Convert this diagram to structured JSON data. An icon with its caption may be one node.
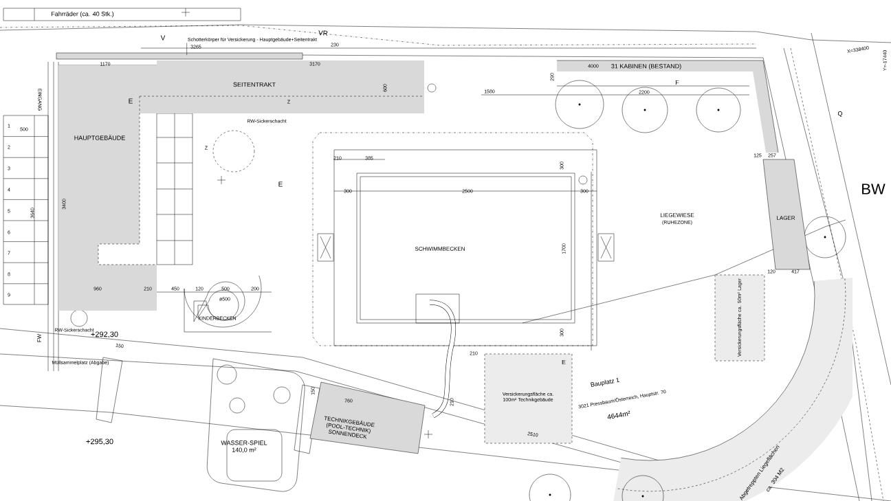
{
  "diagram": {
    "nodes": [
      {
        "text": [
          "Fahrräder (ca. 40 Stk.)"
        ]
      },
      {
        "text": [
          "Schotterkörper für Versickerung - Hauptgebäude+Seitentrakt"
        ]
      },
      {
        "text": [],
        "shape": "bar"
      },
      {
        "text": [
          "HAUPTGEBÄUDE"
        ]
      },
      {
        "text": [
          "SEITENTRAKT"
        ]
      },
      {
        "text": [
          "31 KABINEN (BESTAND)"
        ]
      },
      {
        "text": [
          "LAGER"
        ]
      },
      {
        "text": [
          "SCHWIMMBECKEN"
        ]
      },
      {
        "text": [
          "KINDERBECKEN"
        ]
      },
      {
        "text": [
          "TECHNIKGEBÄUDE",
          "(POOL-TECHNIK)",
          "SONNENDECK"
        ]
      },
      {
        "text": [
          "WASSER-SPIEL",
          "140,0 m²"
        ]
      },
      {
        "text": [
          "Versickerungsfläche ca. 100m² Technikgebäude"
        ]
      },
      {
        "text": [
          "Versickerungsfläche ca. 50m² Lager"
        ]
      }
    ],
    "edges": [
      {
        "from": 1,
        "to": 2,
        "arrow": "none"
      }
    ],
    "labels": [
      "VR",
      "V",
      "3265",
      "230",
      "1170",
      "3170",
      "600",
      "E",
      "Z",
      "RW-Sickerschacht",
      "4000",
      "290",
      "F",
      "1580",
      "2200",
      "X=338400",
      "Y=-17440",
      "Q",
      "EINGANG",
      "1",
      "2",
      "3",
      "4",
      "5",
      "6",
      "7",
      "8",
      "9",
      "500",
      "3640",
      "3400",
      "Z",
      "E",
      "210",
      "385",
      "300",
      "2500",
      "300",
      "300",
      "1700",
      "300",
      "LIEGEWIESE",
      "(RUHEZONE)",
      "BW",
      "125",
      "257",
      "120",
      "417",
      "960",
      "210",
      "450",
      "120",
      "500",
      "200",
      "ø500",
      "RW-Sickerschacht",
      "+292,30",
      "FW",
      "Müllsammelplatz (Abgabe)",
      "150",
      "210",
      "E",
      "760",
      "150",
      "210",
      "+295,30",
      "2510",
      "Bauplatz 1",
      "3021 Pressbaum/Österreich, Hauptstr. 70",
      "4644m²",
      "Abgetreppten Liegeflächen",
      "ca. 304 M2"
    ]
  }
}
